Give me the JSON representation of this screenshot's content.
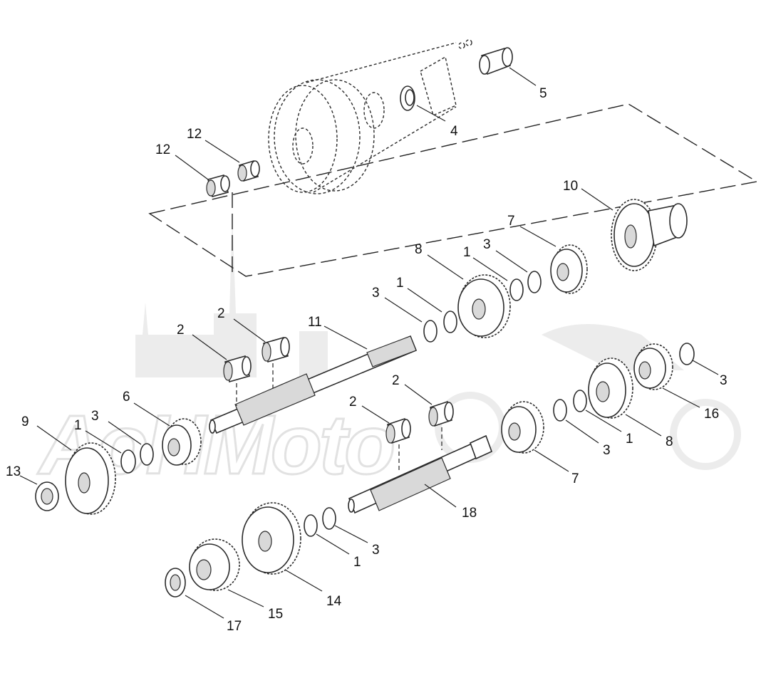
{
  "watermark": {
    "text": "AoHMoto"
  },
  "callouts": {
    "c5": "5",
    "c4": "4",
    "c12a": "12",
    "c12b": "12",
    "c10": "10",
    "c7a": "7",
    "c8a": "8",
    "c1a": "1",
    "c3a": "3",
    "c3b": "3",
    "c1b": "1",
    "c2a": "2",
    "c2b": "2",
    "c11": "11",
    "c6": "6",
    "c9": "9",
    "c1c": "1",
    "c3c": "3",
    "c13": "13",
    "c2c": "2",
    "c2d": "2",
    "c3d": "3",
    "c16": "16",
    "c8b": "8",
    "c1d": "1",
    "c3e": "3",
    "c7b": "7",
    "c18": "18",
    "c1e": "1",
    "c3f": "3",
    "c14": "14",
    "c15": "15",
    "c17": "17"
  }
}
